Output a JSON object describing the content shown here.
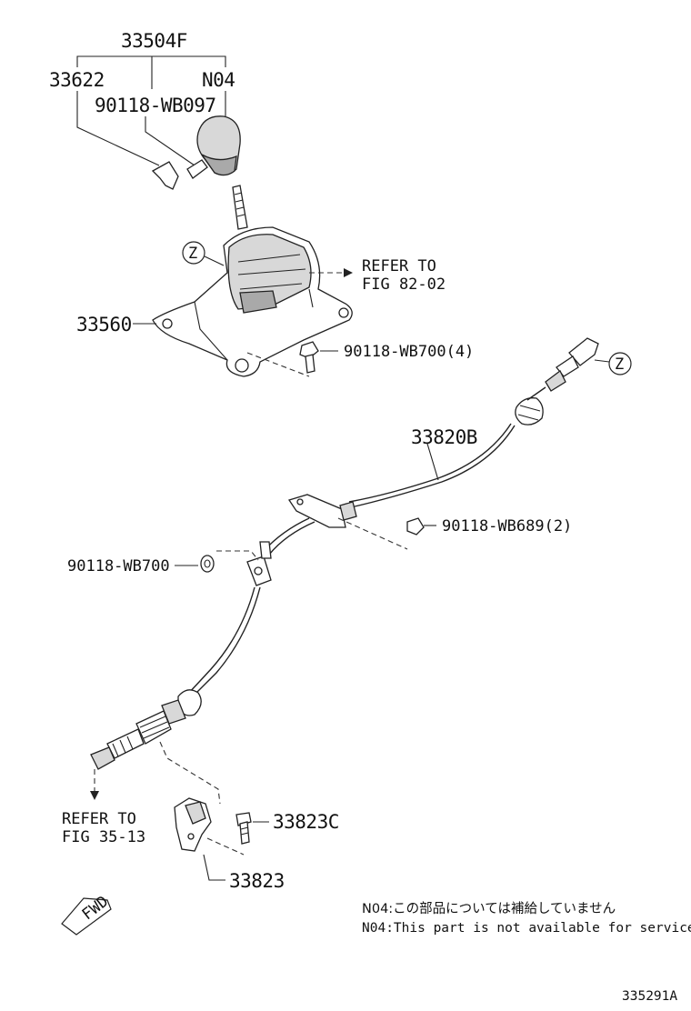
{
  "labels": {
    "p33504F": "33504F",
    "p33622": "33622",
    "pN04": "N04",
    "p90118WB097": "90118-WB097",
    "p33560": "33560",
    "p90118WB700x4": "90118-WB700(4)",
    "p33820B": "33820B",
    "p90118WB689x2": "90118-WB689(2)",
    "p90118WB700": "90118-WB700",
    "p33823C": "33823C",
    "p33823": "33823"
  },
  "references": {
    "top_line1": "REFER TO",
    "top_line2": "FIG 82-02",
    "bottom_line1": "REFER TO",
    "bottom_line2": "FIG 35-13"
  },
  "markers": {
    "z1": "Z",
    "z2": "Z"
  },
  "fwd": "FWD",
  "notes": {
    "jp": "N04:この部品については補給していません",
    "en": "N04:This part is not available for service"
  },
  "figure_id": "335291A"
}
